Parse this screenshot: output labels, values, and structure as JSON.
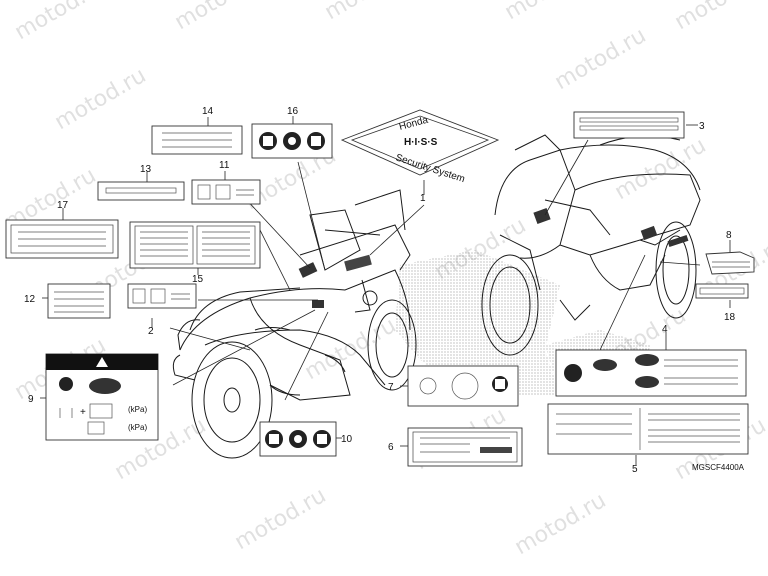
{
  "watermark_text": "motod.ru",
  "diagram_code": "MGSCF4400A",
  "callouts": [
    {
      "id": "c1",
      "label": "1"
    },
    {
      "id": "c2",
      "label": "2"
    },
    {
      "id": "c3",
      "label": "3"
    },
    {
      "id": "c4",
      "label": "4"
    },
    {
      "id": "c5",
      "label": "5"
    },
    {
      "id": "c6",
      "label": "6"
    },
    {
      "id": "c7",
      "label": "7"
    },
    {
      "id": "c8",
      "label": "8"
    },
    {
      "id": "c9",
      "label": "9"
    },
    {
      "id": "c10",
      "label": "10"
    },
    {
      "id": "c11",
      "label": "11"
    },
    {
      "id": "c12",
      "label": "12"
    },
    {
      "id": "c13",
      "label": "13"
    },
    {
      "id": "c14",
      "label": "14"
    },
    {
      "id": "c15",
      "label": "15"
    },
    {
      "id": "c16",
      "label": "16"
    },
    {
      "id": "c17",
      "label": "17"
    },
    {
      "id": "c18",
      "label": "18"
    }
  ],
  "label_texts": {
    "emblem_top": "Honda",
    "emblem_mid": "H·I·S·S",
    "emblem_bottom": "Security System",
    "label9_a": "(kPa)",
    "label9_b": "(kPa)"
  }
}
